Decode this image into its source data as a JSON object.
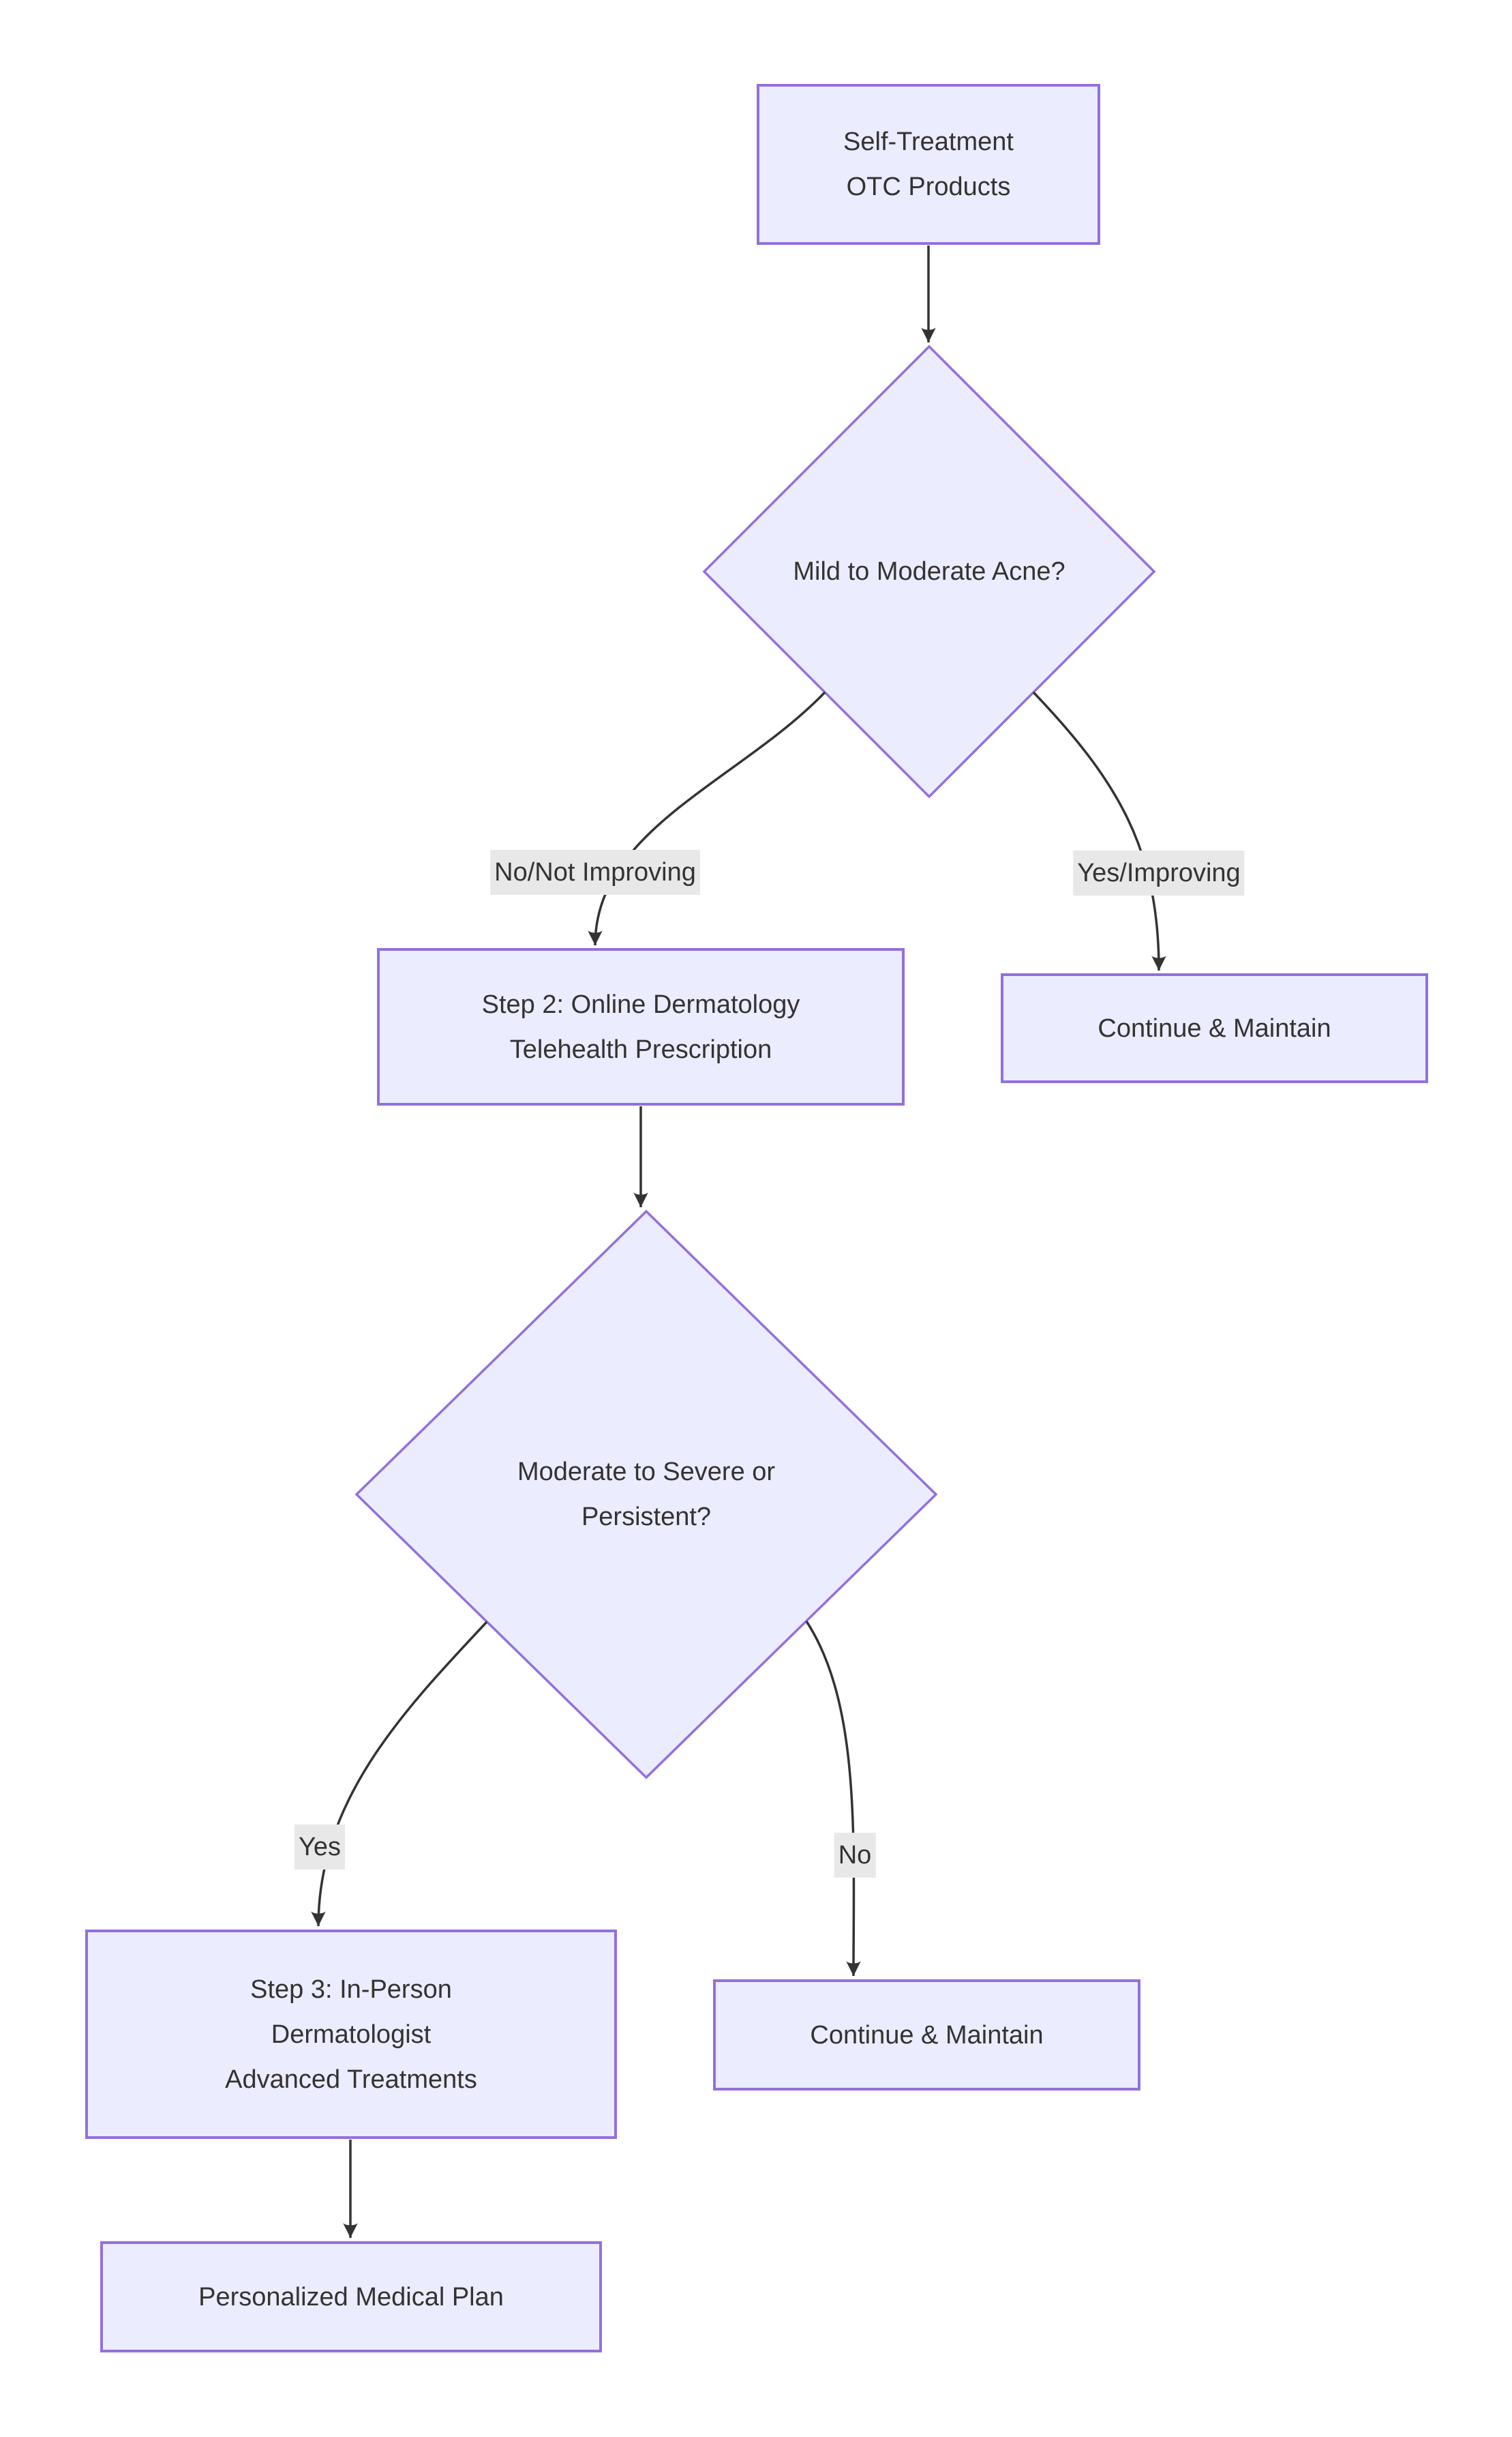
{
  "diagram": {
    "type": "flowchart",
    "direction": "top-down",
    "colors": {
      "node_fill": "#ECECFF",
      "node_border": "#9370DB",
      "edge_line": "#333333",
      "edge_label_background": "#e8e8e8",
      "text": "#333333",
      "background": "#ffffff"
    },
    "nodes": {
      "self_treatment": {
        "line1": "Self-Treatment",
        "line2": "OTC Products"
      },
      "mild_moderate": {
        "label": "Mild to Moderate Acne?"
      },
      "step2": {
        "line1": "Step 2: Online Dermatology",
        "line2": "Telehealth Prescription"
      },
      "continue_top": {
        "label": "Continue & Maintain"
      },
      "moderate_severe": {
        "line1": "Moderate to Severe or",
        "line2": "Persistent?"
      },
      "step3": {
        "line1": "Step 3: In-Person",
        "line2": "Dermatologist",
        "line3": "Advanced Treatments"
      },
      "continue_bottom": {
        "label": "Continue & Maintain"
      },
      "medical_plan": {
        "label": "Personalized Medical Plan"
      }
    },
    "edge_labels": {
      "no_not_improving": "No/Not Improving",
      "yes_improving": "Yes/Improving",
      "yes": "Yes",
      "no": "No"
    },
    "edges": [
      {
        "from": "self_treatment",
        "to": "mild_moderate",
        "label": ""
      },
      {
        "from": "mild_moderate",
        "to": "step2",
        "label": "No/Not Improving"
      },
      {
        "from": "mild_moderate",
        "to": "continue_top",
        "label": "Yes/Improving"
      },
      {
        "from": "step2",
        "to": "moderate_severe",
        "label": ""
      },
      {
        "from": "moderate_severe",
        "to": "step3",
        "label": "Yes"
      },
      {
        "from": "moderate_severe",
        "to": "continue_bottom",
        "label": "No"
      },
      {
        "from": "step3",
        "to": "medical_plan",
        "label": ""
      }
    ]
  }
}
